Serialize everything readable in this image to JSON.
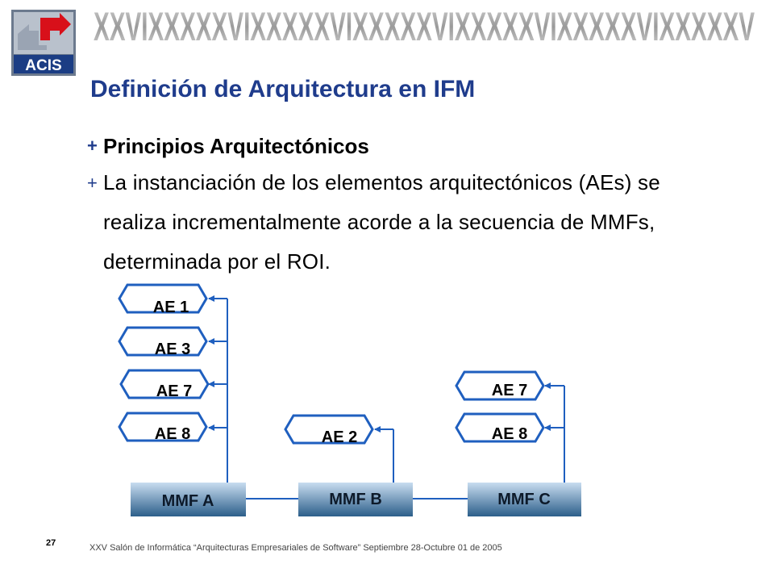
{
  "logo": {
    "text": "ACIS"
  },
  "banner": {
    "text": "XXVIXXXXXVIXXXXXVIXXXXXVIXXXXXVIXXXXXVIXXXXXV"
  },
  "title": "Definición de Arquitectura en IFM",
  "bullets": [
    "Principios Arquitectónicos",
    "La instanciación de los elementos arquitectónicos (AEs) se realiza incrementalmente acorde a la secuencia de MMFs, determinada por el ROI."
  ],
  "diagram": {
    "mmfs": [
      "MMF A",
      "MMF B",
      "MMF C"
    ],
    "ae_groups": [
      [
        "AE 1",
        "AE 3",
        "AE 7",
        "AE 8"
      ],
      [
        "AE 2"
      ],
      [
        "AE 7",
        "AE 8"
      ]
    ]
  },
  "footer": {
    "page_number": "27",
    "text": "XXV  Salón de Informática “Arquitecturas Empresariales de Software” Septiembre 28-Octubre 01 de 2005"
  },
  "colors": {
    "title": "#1f3c8c",
    "line": "#1f5fbf",
    "mmf_dark": "#2c5f8a",
    "mmf_light": "#c8dcf0"
  }
}
